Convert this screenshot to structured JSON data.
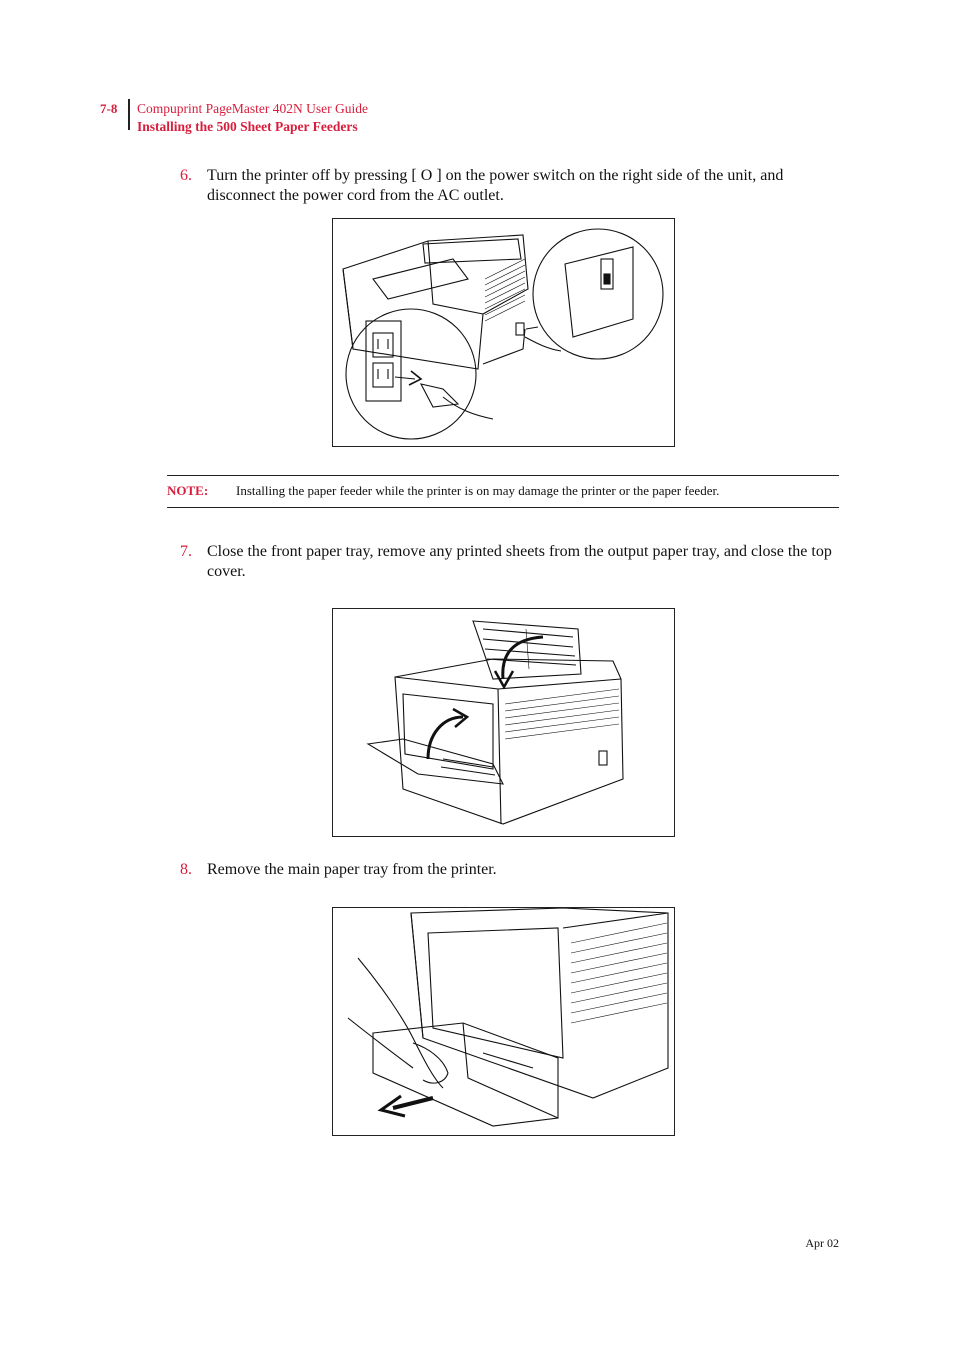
{
  "header": {
    "page_number": "7-8",
    "document_title": "Compuprint PageMaster 402N User Guide",
    "section_title": "Installing the 500 Sheet Paper Feeders"
  },
  "steps": [
    {
      "number": "6.",
      "text": "Turn the printer off by pressing [ O ] on the power switch on the right side of the unit, and disconnect the power cord from the AC outlet."
    },
    {
      "number": "7.",
      "text": "Close the front paper tray, remove any printed sheets from the output paper tray, and close the top cover."
    },
    {
      "number": "8.",
      "text": "Remove the main paper tray from the printer."
    }
  ],
  "note": {
    "label": "NOTE:",
    "text": "Installing the paper feeder while the printer is on may damage the printer or the paper feeder."
  },
  "footer": {
    "date": "Apr 02"
  },
  "colors": {
    "accent": "#d81e3c",
    "text": "#111111"
  }
}
